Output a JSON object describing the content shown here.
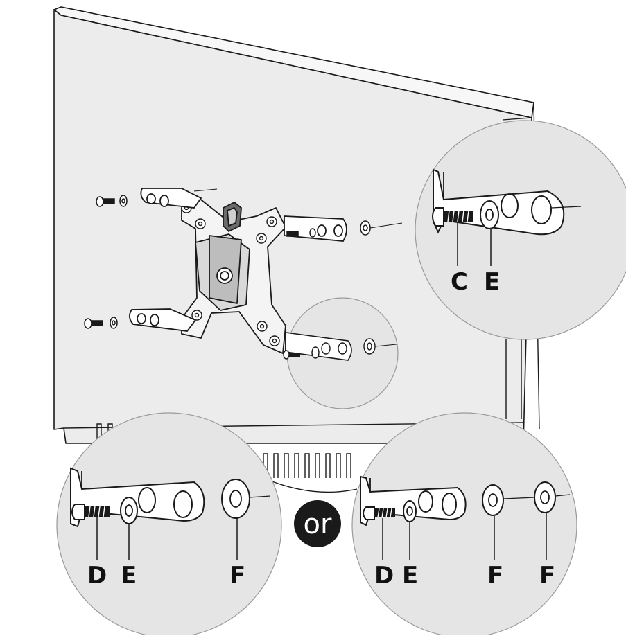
{
  "figure": {
    "colors": {
      "line": "#1a1a1a",
      "monitor_back": "#ececec",
      "zoom_circle": "#e5e5e5",
      "or_badge": "#1a1a1a",
      "or_text": "#ffffff"
    },
    "callout_top_right": {
      "labels": [
        "C",
        "E"
      ]
    },
    "callout_bottom_left": {
      "labels": [
        "D",
        "E",
        "F"
      ]
    },
    "callout_bottom_right": {
      "labels": [
        "D",
        "E",
        "F",
        "F"
      ]
    },
    "or_badge": {
      "text": "or"
    }
  }
}
